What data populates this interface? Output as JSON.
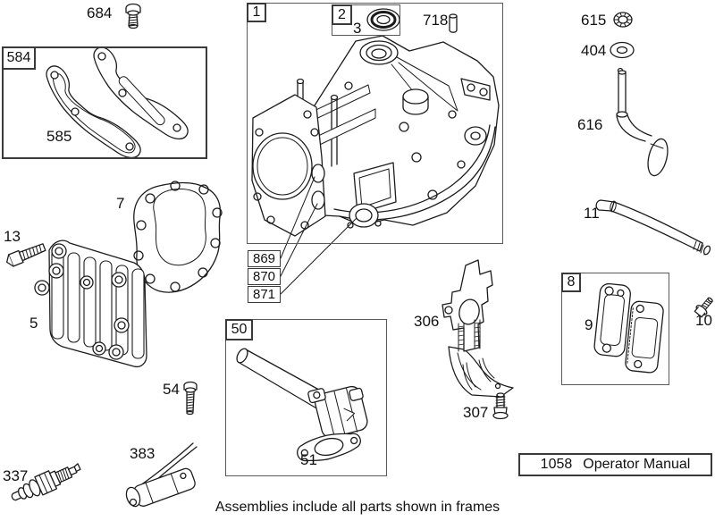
{
  "colors": {
    "line": "#1c1c1c",
    "background": "#ffffff",
    "frame": "#3a3a3a"
  },
  "footer_note": "Assemblies include all parts shown in frames",
  "operator_manual": {
    "number": "1058",
    "title": "Operator Manual"
  },
  "frames": {
    "f584": "584",
    "f1": "1",
    "f2": "2",
    "f8": "8",
    "f50": "50"
  },
  "callouts": {
    "c869": "869",
    "c870": "870",
    "c871": "871"
  },
  "parts": {
    "p684": "684",
    "p585": "585",
    "p3": "3",
    "p718": "718",
    "p615": "615",
    "p404": "404",
    "p616": "616",
    "p11": "11",
    "p13": "13",
    "p7": "7",
    "p5": "5",
    "p54": "54",
    "p383": "383",
    "p337": "337",
    "p51": "51",
    "p306": "306",
    "p307": "307",
    "p9": "9",
    "p10": "10"
  }
}
